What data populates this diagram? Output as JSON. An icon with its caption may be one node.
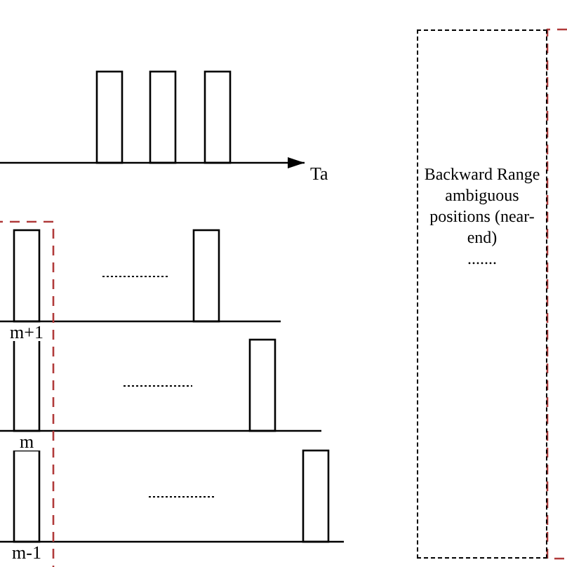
{
  "diagram": {
    "nodes": [
      {
        "text": [
          "Backward Range ambiguous positions (near-end)",
          "......."
        ]
      }
    ],
    "labels": [
      "Ta",
      "m+1",
      "m",
      "m-1"
    ]
  }
}
